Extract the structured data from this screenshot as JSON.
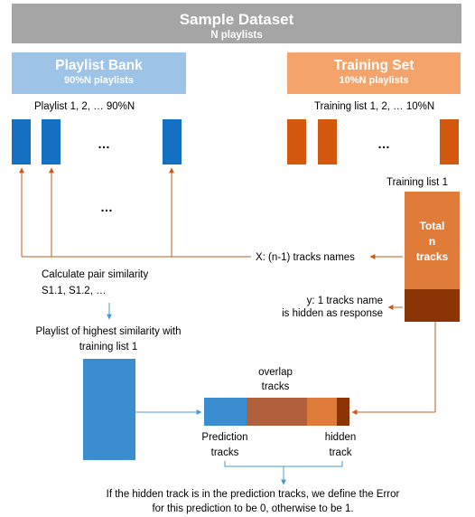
{
  "sample": {
    "title": "Sample Dataset",
    "subtitle": "N playlists"
  },
  "bank": {
    "title": "Playlist Bank",
    "subtitle": "90%N playlists",
    "list_label": "Playlist 1, 2, … 90%N"
  },
  "training": {
    "title": "Training Set",
    "subtitle": "10%N playlists",
    "list_label": "Training list 1, 2, … 10%N",
    "item_label": "Training list 1"
  },
  "ellipsis": "…",
  "total": {
    "line1": "Total",
    "line2": "n",
    "line3": "tracks"
  },
  "x_label": "X: (n-1) tracks names",
  "y_label": {
    "line1": "y: 1 tracks name",
    "line2": "is hidden as response"
  },
  "similarity": {
    "line1": "Calculate pair similarity",
    "line2": "S1.1, S1.2, …"
  },
  "highest": {
    "line1": "Playlist of highest similarity with",
    "line2": "training list 1"
  },
  "overlap": {
    "line1": "overlap",
    "line2": "tracks"
  },
  "prediction": {
    "line1": "Prediction",
    "line2": "tracks"
  },
  "hidden": {
    "line1": "hidden",
    "line2": "track"
  },
  "error_note": {
    "line1": "If the hidden track is in the prediction tracks, we define the Error",
    "line2": "for this prediction to be 0, otherwise to be 1."
  },
  "colors": {
    "banner": "#a5a5a5",
    "bank_head": "#9dc3e6",
    "train_head": "#f4a46a",
    "blue": "#1470c2",
    "orange_bar": "#d4570e",
    "total": "#e07c3a",
    "hidden": "#8b3507",
    "arrow_orange": "#c65a1e",
    "arrow_blue": "#4a9ad8"
  }
}
